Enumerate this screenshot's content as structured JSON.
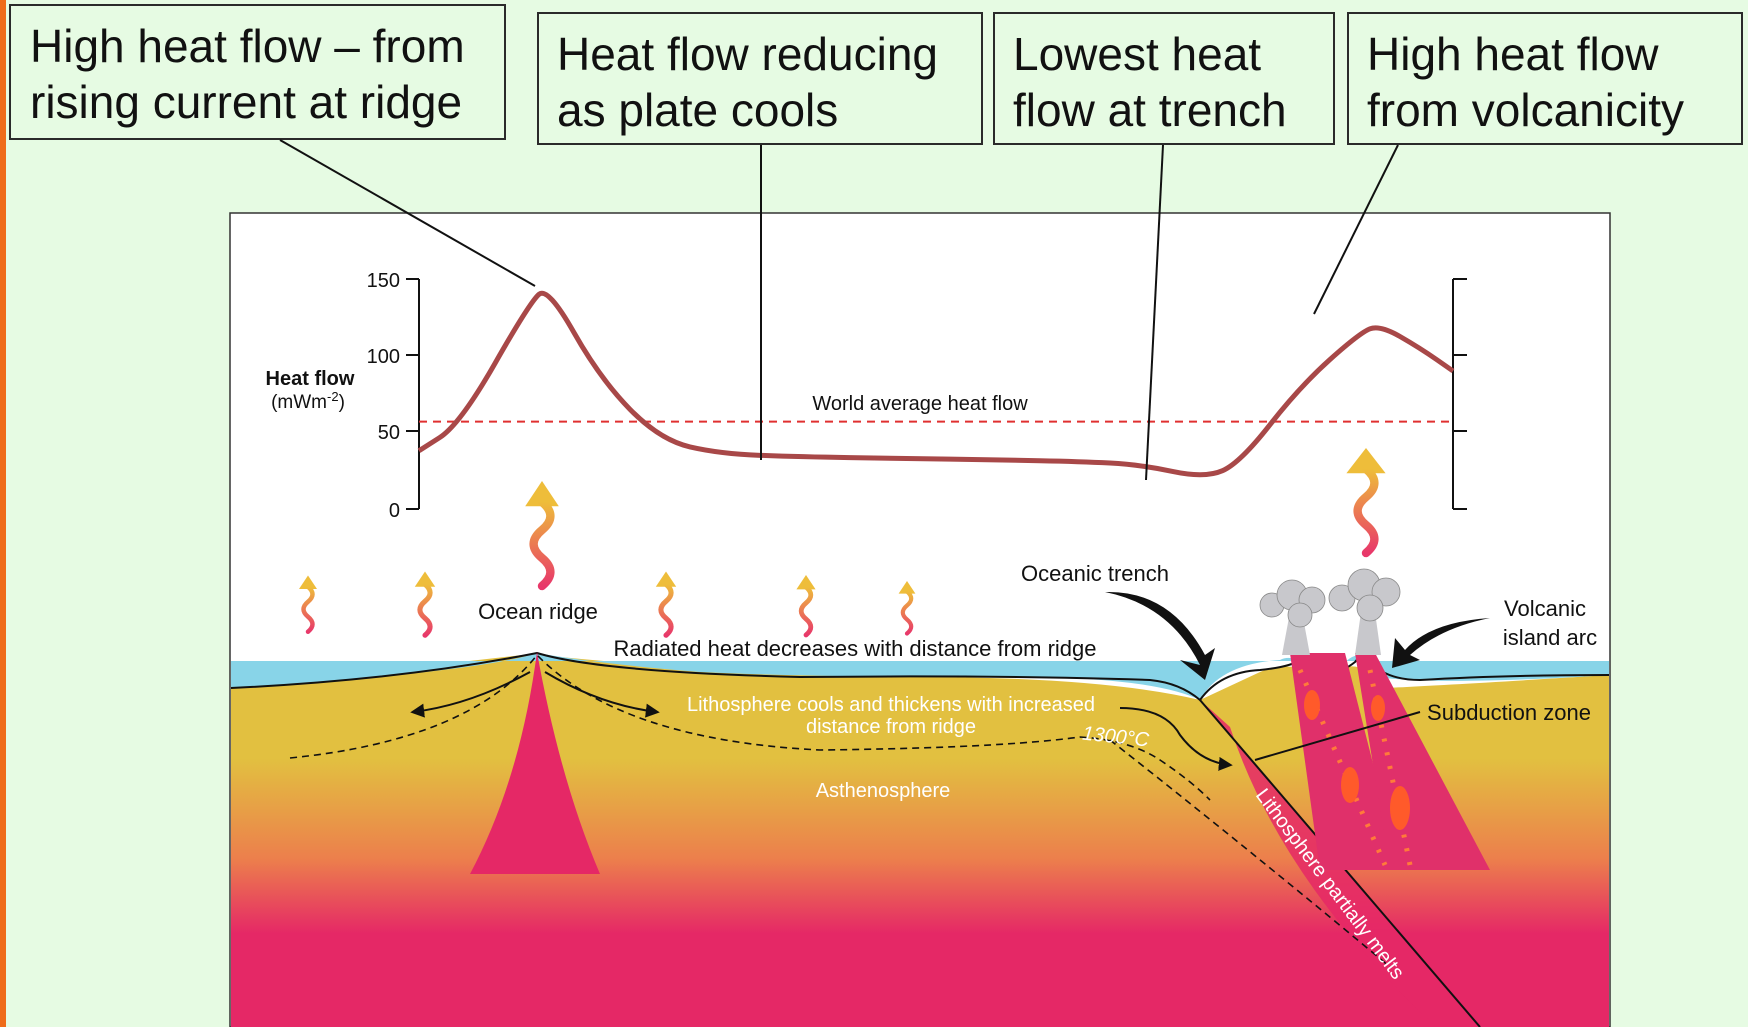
{
  "callouts": {
    "ridge": "High heat flow – from\nrising current at ridge",
    "reducing": "Heat flow reducing\nas plate cools",
    "trench": "Lowest heat\nflow at trench",
    "volcanic": "High heat flow\nfrom volcanicity"
  },
  "graph": {
    "ylabel_main": "Heat flow",
    "ylabel_unit_base": "(mWm",
    "ylabel_unit_exp": "-2",
    "ylabel_unit_close": ")",
    "ticks": [
      "150",
      "100",
      "50",
      "0"
    ],
    "average_label": "World average heat flow",
    "average_value": 57,
    "curve_color": "#a84848",
    "average_color": "#e03030"
  },
  "chart_data": {
    "type": "line",
    "ylabel": "Heat flow (mWm-2)",
    "ylim": [
      0,
      150
    ],
    "series": [
      {
        "values": [
          38,
          55,
          135,
          145,
          85,
          45,
          36,
          34,
          33,
          32,
          31,
          29,
          20,
          30,
          80,
          115,
          120,
          105,
          90
        ]
      }
    ],
    "reference_line": {
      "label": "World average heat flow",
      "value": 57
    }
  },
  "labels": {
    "ocean_ridge": "Ocean ridge",
    "radiated": "Radiated heat decreases with distance from ridge",
    "oceanic_trench": "Oceanic trench",
    "volcanic_arc_1": "Volcanic",
    "volcanic_arc_2": "island arc",
    "lithosphere_cools_1": "Lithosphere cools and thickens with increased",
    "lithosphere_cools_2": "distance from ridge",
    "isotherm": "1300°C",
    "subduction": "Subduction zone",
    "asthenosphere": "Asthenosphere",
    "partial_melt": "Lithosphere partially melts"
  },
  "colors": {
    "sea": "#88d4e8",
    "crust": "#e2c040",
    "mantle": "#e52866",
    "plume": "#e0306a"
  }
}
